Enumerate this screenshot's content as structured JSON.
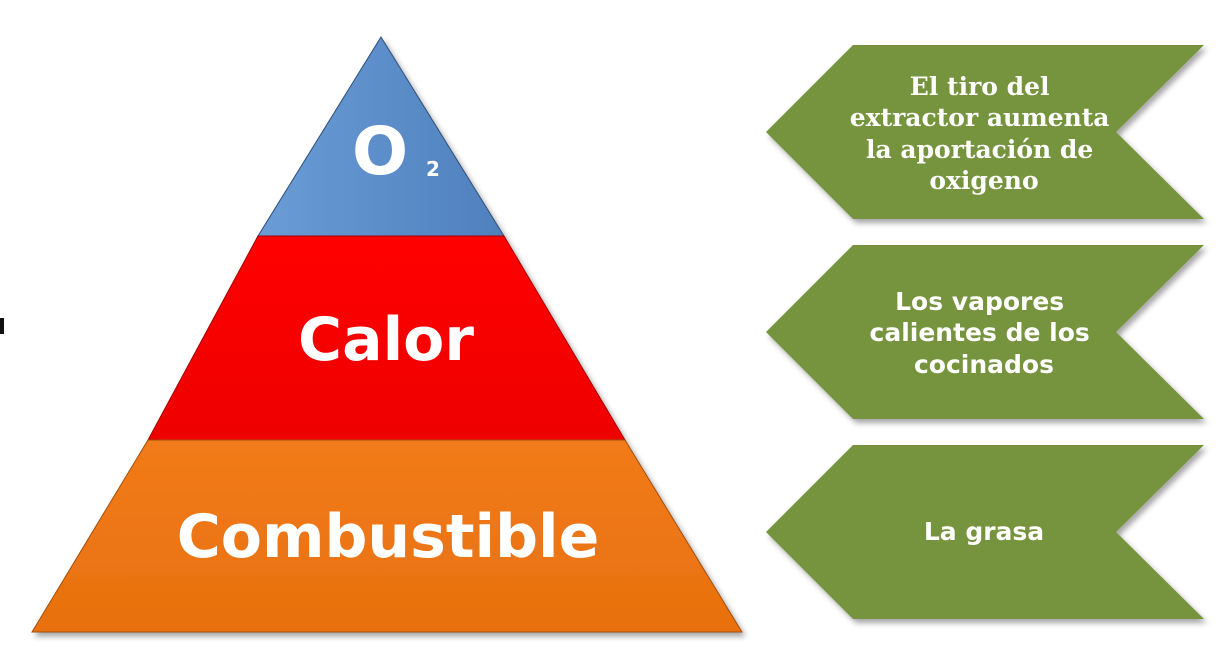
{
  "pyramid": {
    "top_label": "O",
    "top_subscript": "2",
    "middle_label": "Calor",
    "bottom_label": "Combustible",
    "colors": {
      "top": "#5b8dc9",
      "middle": "#ff0000",
      "bottom": "#f07412"
    }
  },
  "arrows": {
    "color": "#76933c",
    "items": [
      {
        "lines": [
          "El tiro del",
          "extractor aumenta",
          "la aportación de",
          "oxigeno"
        ]
      },
      {
        "lines": [
          "Los vapores",
          "calientes de los",
          "cocinados"
        ]
      },
      {
        "lines": [
          "La grasa"
        ]
      }
    ]
  }
}
